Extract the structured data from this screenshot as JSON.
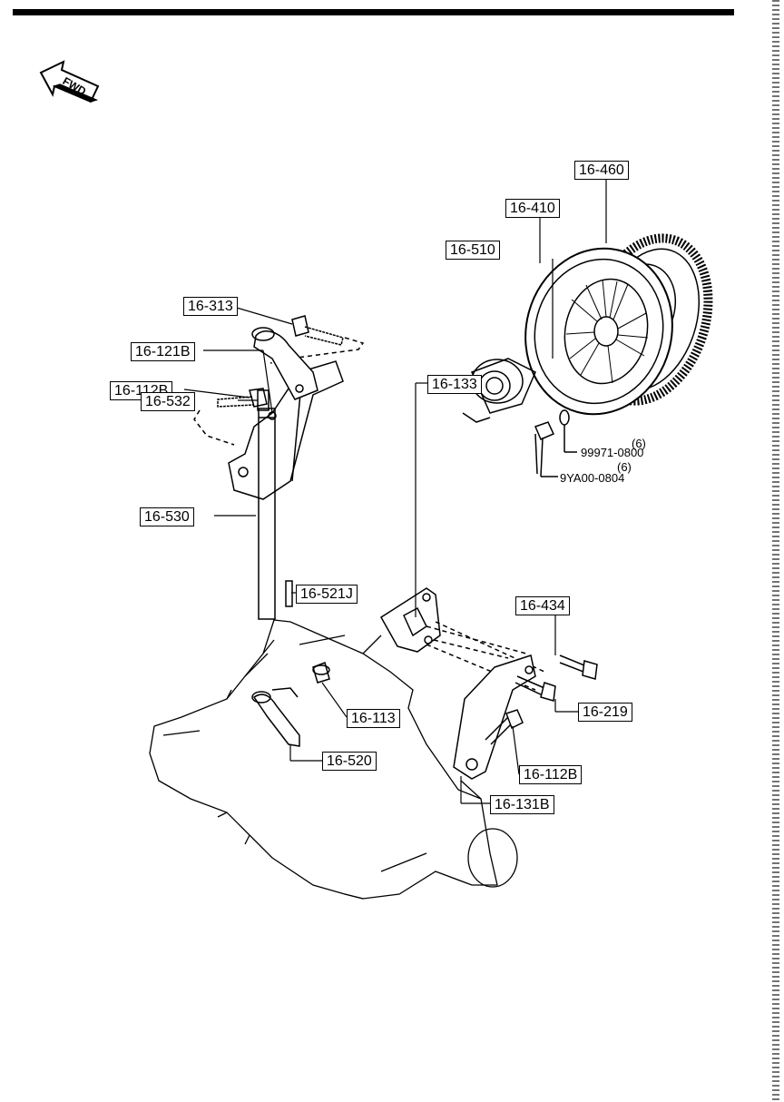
{
  "direction_label": "FWD",
  "part_numbers": {
    "p16_460": "16-460",
    "p16_410": "16-410",
    "p16_510": "16-510",
    "p16_313": "16-313",
    "p16_121B": "16-121B",
    "p16_112B_top": "16-112B",
    "p16_530": "16-530",
    "p16_532": "16-532",
    "p16_521J": "16-521J",
    "p16_133": "16-133",
    "p16_434": "16-434",
    "p16_219": "16-219",
    "p16_113": "16-113",
    "p16_520": "16-520",
    "p16_112B_bottom": "16-112B",
    "p16_131B": "16-131B"
  },
  "hardware": {
    "washer_part": "99971-0800",
    "washer_qty": "(6)",
    "bolt_part": "9YA00-0804",
    "bolt_qty": "(6)"
  }
}
